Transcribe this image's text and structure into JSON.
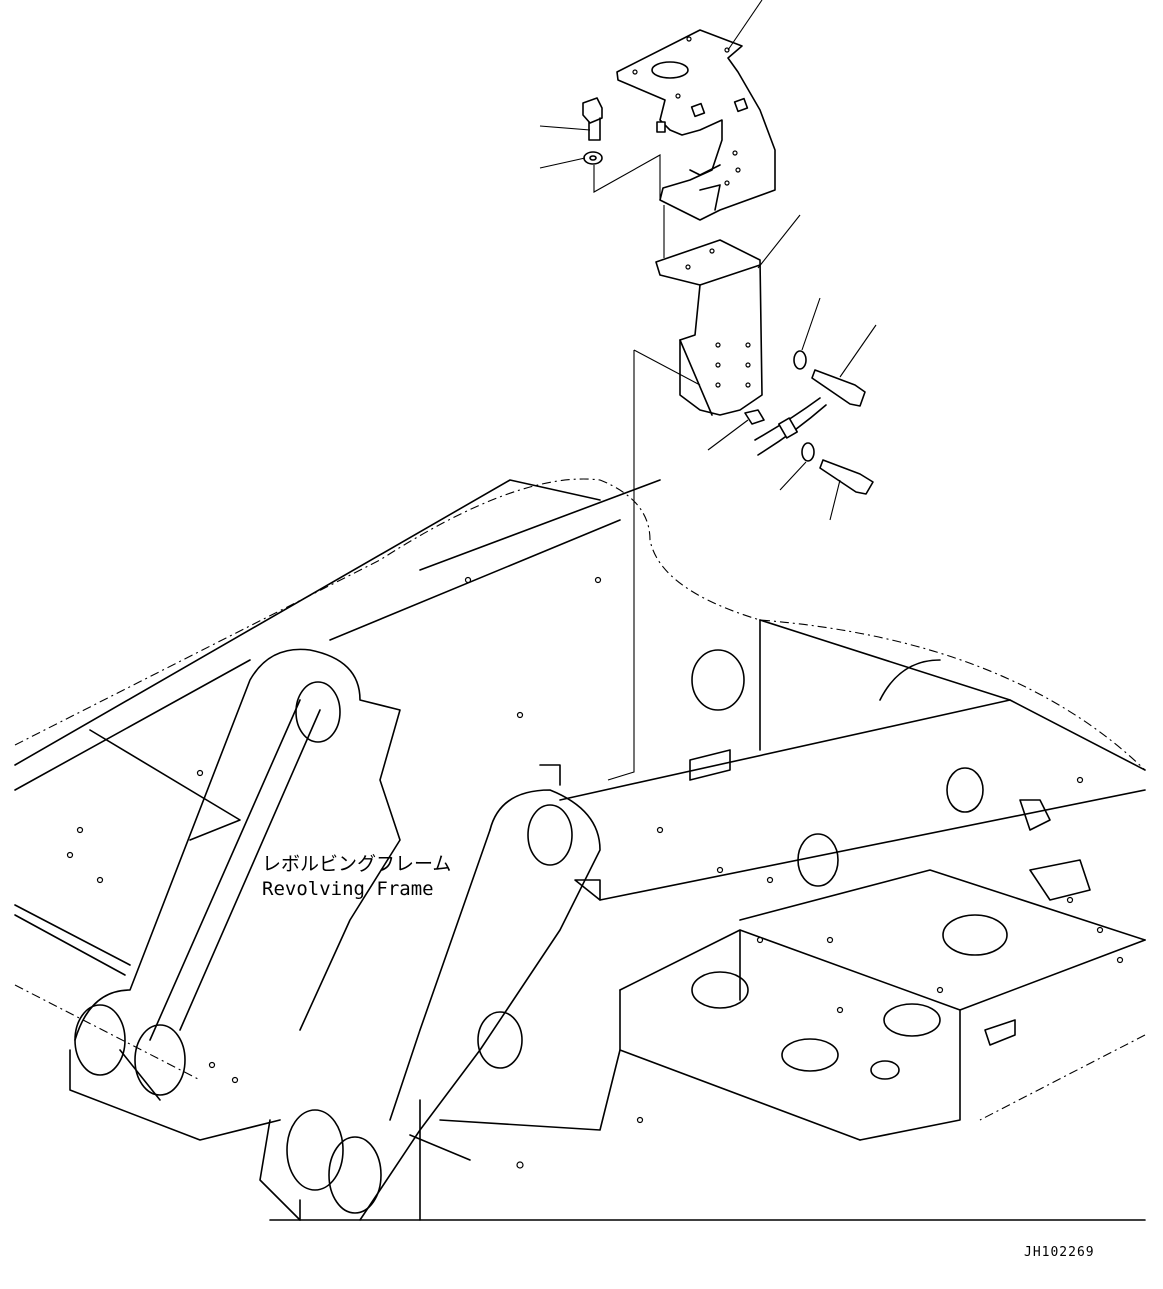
{
  "frame_label_jp": "レボルビングフレーム",
  "frame_label_en": "Revolving Frame",
  "drawing_code": "JH102269"
}
